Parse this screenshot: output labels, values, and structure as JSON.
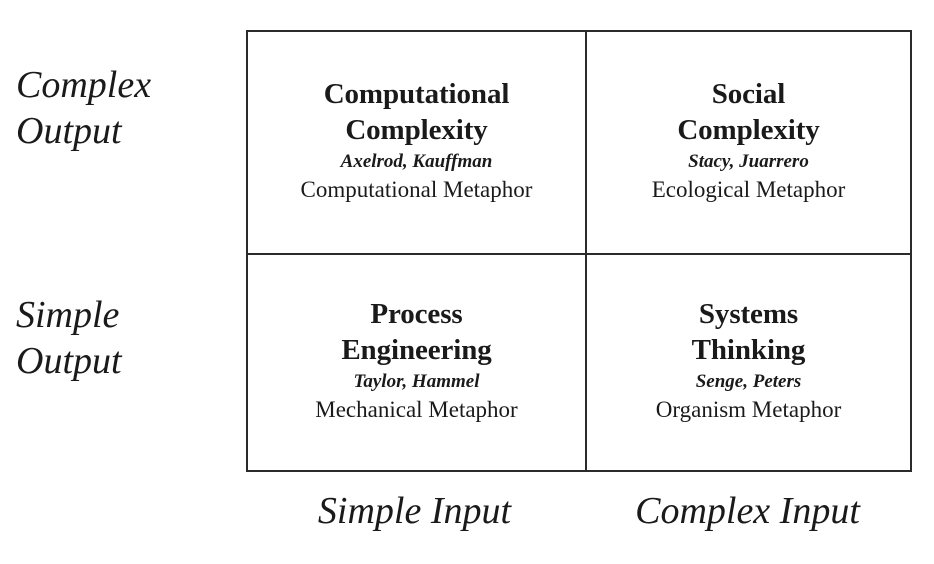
{
  "axes": {
    "y_axis": {
      "labels": [
        {
          "id": "complex-output",
          "text": "Complex\nOutput"
        },
        {
          "id": "simple-output",
          "text": "Simple\nOutput"
        }
      ]
    },
    "x_axis": {
      "labels": [
        {
          "id": "simple-input",
          "text": "Simple Input"
        },
        {
          "id": "complex-input",
          "text": "Complex Input"
        }
      ]
    }
  },
  "style": {
    "border_color": "#2b2b2b",
    "text_color": "#1a1a1a",
    "background": "#ffffff"
  },
  "matrix": {
    "cells": [
      {
        "id": "computational-complexity",
        "title": "Computational\nComplexity",
        "authors": "Axelrod, Kauffman",
        "metaphor": "Computational Metaphor"
      },
      {
        "id": "social-complexity",
        "title": "Social\nComplexity",
        "authors": "Stacy, Juarrero",
        "metaphor": "Ecological Metaphor"
      },
      {
        "id": "process-engineering",
        "title": "Process\nEngineering",
        "authors": "Taylor, Hammel",
        "metaphor": "Mechanical Metaphor"
      },
      {
        "id": "systems-thinking",
        "title": "Systems\nThinking",
        "authors": "Senge, Peters",
        "metaphor": "Organism Metaphor"
      }
    ]
  }
}
